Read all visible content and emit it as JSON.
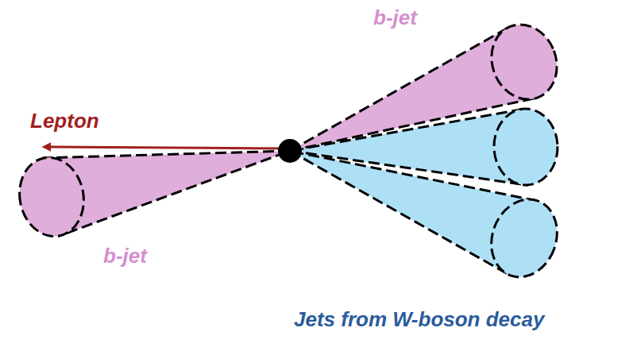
{
  "diagram": {
    "labels": [
      "b-jet",
      "Lepton",
      "b-jet",
      "Jets from W-boson decay"
    ]
  }
}
